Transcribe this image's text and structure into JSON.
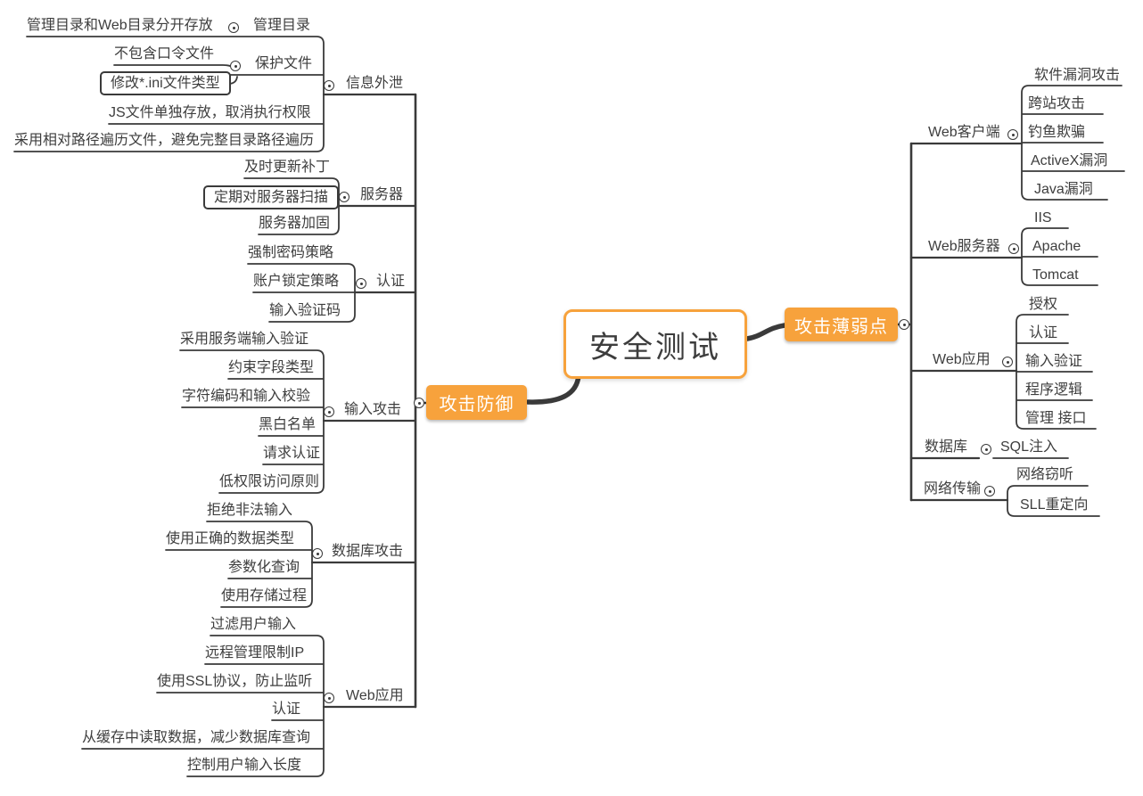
{
  "root": {
    "label": "安全测试"
  },
  "left": {
    "label": "攻击防御",
    "branches": [
      {
        "label": "信息外泄",
        "children": [
          {
            "label": "管理目录",
            "children": [
              {
                "label": "管理目录和Web目录分开存放"
              }
            ]
          },
          {
            "label": "保护文件",
            "children": [
              {
                "label": "不包含口令文件"
              },
              {
                "label": "修改*.ini文件类型"
              }
            ]
          },
          {
            "label": "JS文件单独存放，取消执行权限"
          },
          {
            "label": "采用相对路径遍历文件，避免完整目录路径遍历"
          }
        ]
      },
      {
        "label": "服务器",
        "children": [
          {
            "label": "及时更新补丁"
          },
          {
            "label": "定期对服务器扫描"
          },
          {
            "label": "服务器加固"
          }
        ]
      },
      {
        "label": "认证",
        "children": [
          {
            "label": "强制密码策略"
          },
          {
            "label": "账户锁定策略"
          },
          {
            "label": "输入验证码"
          }
        ]
      },
      {
        "label": "输入攻击",
        "children": [
          {
            "label": "采用服务端输入验证"
          },
          {
            "label": "约束字段类型"
          },
          {
            "label": "字符编码和输入校验"
          },
          {
            "label": "黑白名单"
          },
          {
            "label": "请求认证"
          },
          {
            "label": "低权限访问原则"
          }
        ]
      },
      {
        "label": "数据库攻击",
        "children": [
          {
            "label": "拒绝非法输入"
          },
          {
            "label": "使用正确的数据类型"
          },
          {
            "label": "参数化查询"
          },
          {
            "label": "使用存储过程"
          }
        ]
      },
      {
        "label": "Web应用",
        "children": [
          {
            "label": "过滤用户输入"
          },
          {
            "label": "远程管理限制IP"
          },
          {
            "label": "使用SSL协议，防止监听"
          },
          {
            "label": "认证"
          },
          {
            "label": "从缓存中读取数据，减少数据库查询"
          },
          {
            "label": "控制用户输入长度"
          }
        ]
      }
    ]
  },
  "right": {
    "label": "攻击薄弱点",
    "branches": [
      {
        "label": "Web客户端",
        "children": [
          {
            "label": "软件漏洞攻击"
          },
          {
            "label": "跨站攻击"
          },
          {
            "label": "钓鱼欺骗"
          },
          {
            "label": "ActiveX漏洞"
          },
          {
            "label": "Java漏洞"
          }
        ]
      },
      {
        "label": "Web服务器",
        "children": [
          {
            "label": "IIS"
          },
          {
            "label": "Apache"
          },
          {
            "label": "Tomcat"
          }
        ]
      },
      {
        "label": "Web应用",
        "children": [
          {
            "label": "授权"
          },
          {
            "label": "认证"
          },
          {
            "label": "输入验证"
          },
          {
            "label": "程序逻辑"
          },
          {
            "label": "管理 接口"
          }
        ]
      },
      {
        "label": "数据库",
        "children": [
          {
            "label": "SQL注入"
          }
        ]
      },
      {
        "label": "网络传输",
        "children": [
          {
            "label": "网络窃听"
          },
          {
            "label": "SLL重定向"
          }
        ]
      }
    ]
  },
  "colors": {
    "accent": "#F7A23C",
    "line": "#3A3A3A",
    "text": "#3E3E3E",
    "background": "#FFFFFF"
  }
}
